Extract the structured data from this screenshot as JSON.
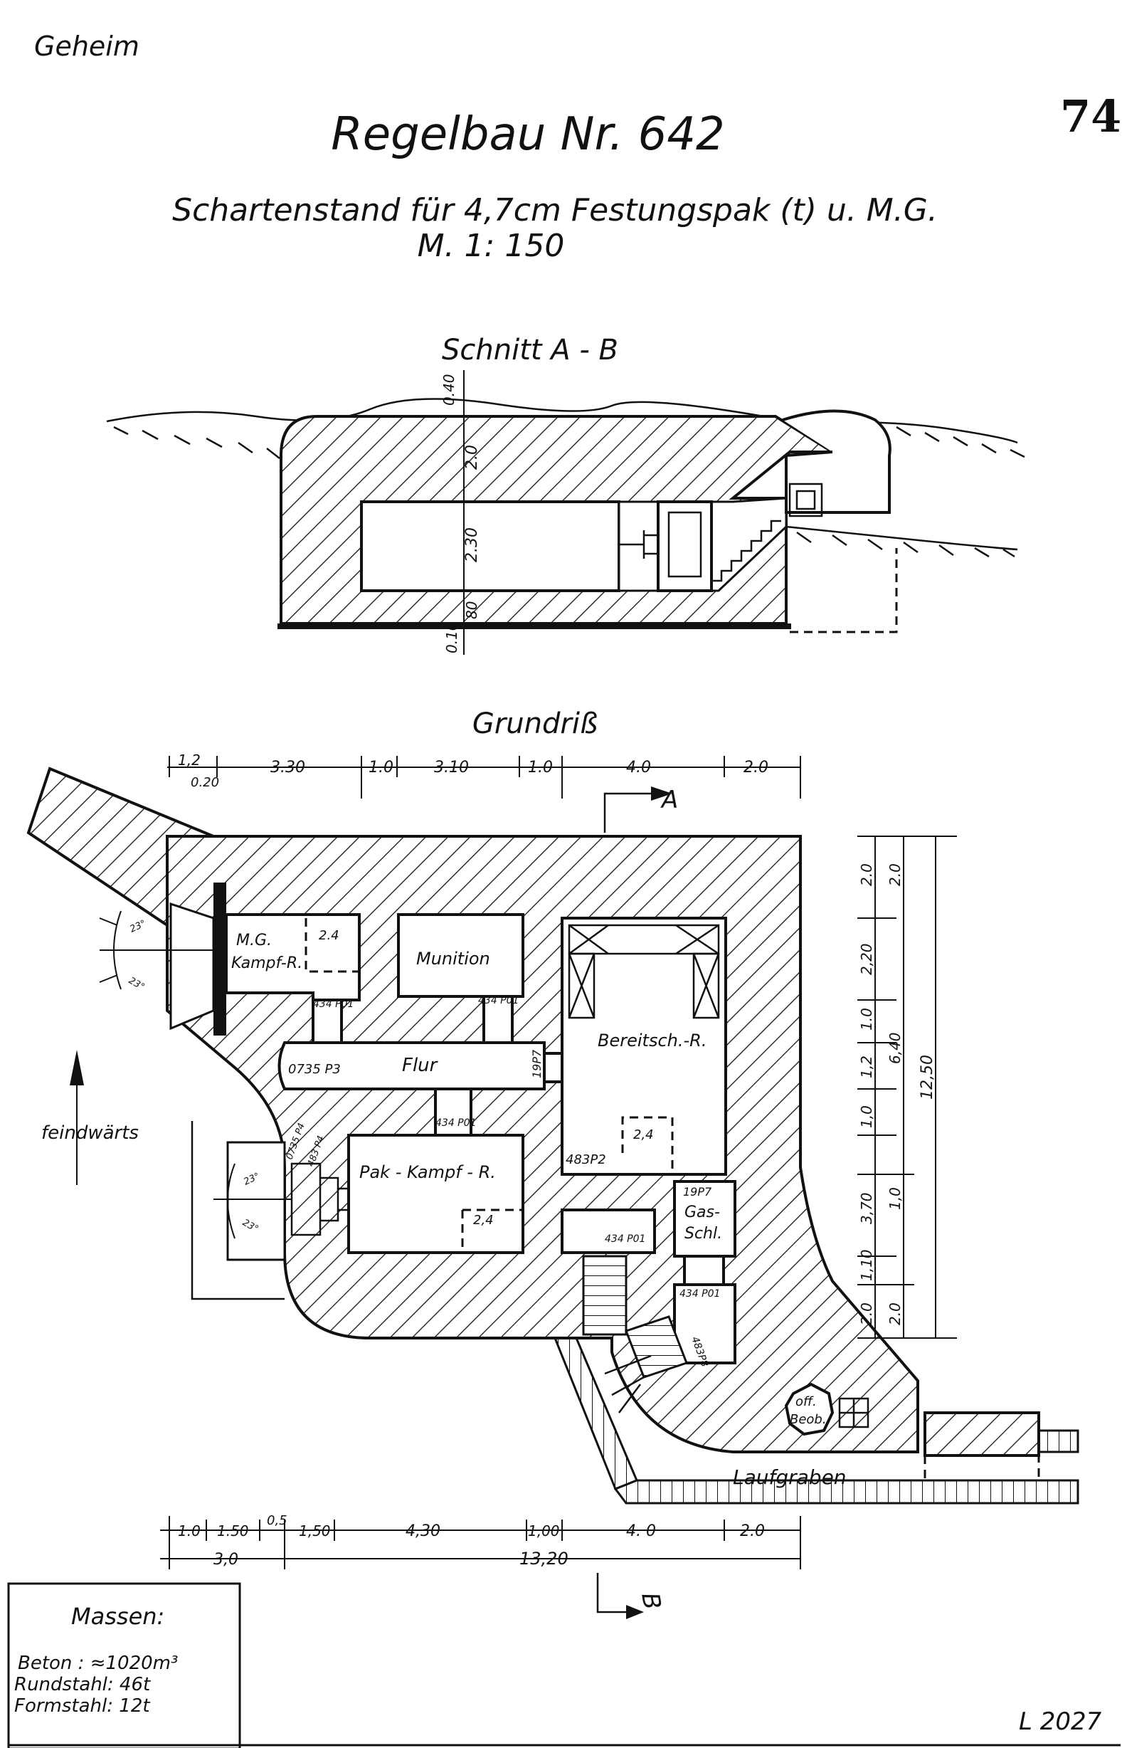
{
  "header": {
    "classification": "Geheim",
    "sheet_number": "74",
    "title": "Regelbau Nr. 642",
    "subtitle": "Schartenstand für 4,7cm Festungspak (t) u. M.G.",
    "scale": "M. 1: 150"
  },
  "section": {
    "title": "Schnitt A - B",
    "dims": {
      "top": "0.40",
      "roof": "2.0",
      "height": "2.30",
      "floor": "80",
      "base": "0.10"
    }
  },
  "plan": {
    "title": "Grundriß",
    "top_dims": [
      "1,2",
      "0.20",
      "3.30",
      "1.0",
      "3.10",
      "1.0",
      "4.0",
      "2.0"
    ],
    "bottom_dims_row1": [
      "1.0",
      "1.50",
      "0,5",
      "1,50",
      "4,30",
      "1,00",
      "4. 0",
      "2.0"
    ],
    "bottom_dims_row2": [
      "3,0",
      "13,20"
    ],
    "right_dims_inner": [
      "2.0",
      "2,20",
      "1.0",
      "1,2",
      "1,0",
      "3,70",
      "1,10",
      "2.0"
    ],
    "right_dims_mid": [
      "2.0",
      "6,40",
      "1,0",
      "2.0"
    ],
    "right_dims_outer": "12,50",
    "section_marker_a": "A",
    "section_marker_b": "B",
    "direction": "feindwärts",
    "rooms": {
      "mg_line1": "M.G.",
      "mg_line2": "Kampf-R.",
      "munition": "Munition",
      "flur": "Flur",
      "pak": "Pak - Kampf - R.",
      "bereitsch": "Bereitsch.-R.",
      "gas_line1": "Gas-",
      "gas_line2": "Schl.",
      "beob_line1": "off.",
      "beob_line2": "Beob.",
      "laufgraben": "Laufgraben"
    },
    "labels": {
      "bed_a": "2.4",
      "bed_b": "2,4",
      "bed_c": "2,4",
      "door_1": "434 P01",
      "door_2": "434 P01",
      "door_3": "434 P01",
      "door_4": "434 P01",
      "door_5": "434 P01",
      "p3": "0735 P3",
      "p7a": "19P7",
      "p7b": "19P7",
      "p2": "483P2",
      "p8": "483P8",
      "p4a": "0735 P4",
      "p4b": "483 P4",
      "angle_a": "23°",
      "angle_b": "23°",
      "angle_c": "23°",
      "angle_d": "23°"
    }
  },
  "legend": {
    "title": "Massen:",
    "beton": "Beton : ≈1020m³",
    "rundstahl": "Rundstahl:  46t",
    "formstahl": "Formstahl:  12t"
  },
  "drawing_number": "L 2027"
}
